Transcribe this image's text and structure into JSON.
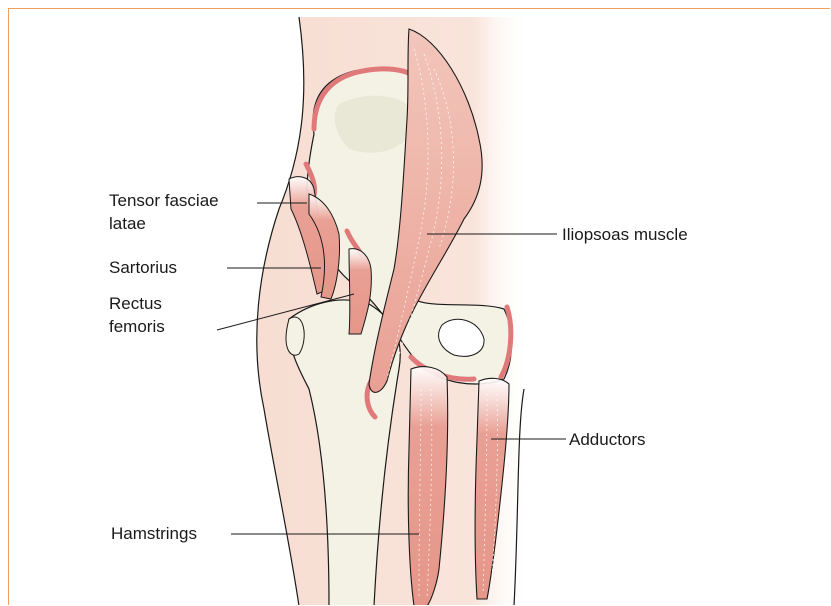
{
  "diagram": {
    "labels": {
      "tensor_fasciae_latae_line1": "Tensor fasciae",
      "tensor_fasciae_latae_line2": "latae",
      "sartorius": "Sartorius",
      "rectus_femoris_line1": "Rectus",
      "rectus_femoris_line2": "femoris",
      "iliopsoas": "Iliopsoas muscle",
      "adductors": "Adductors",
      "hamstrings": "Hamstrings"
    },
    "colors": {
      "frame_border": "#f0a060",
      "skin": "#f7ddd2",
      "bone": "#f4f2e4",
      "cartilage": "#e07a7a",
      "muscle": "#e9a094",
      "leader_line": "#1a1a1a"
    }
  }
}
